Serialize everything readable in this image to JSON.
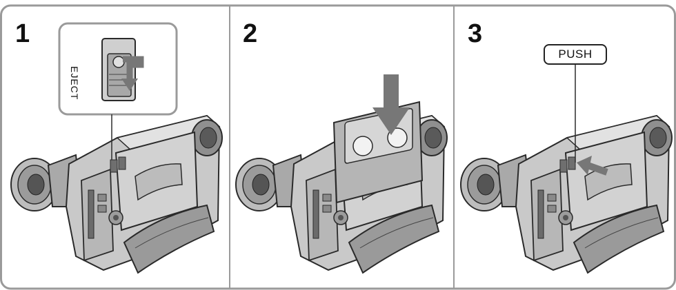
{
  "steps": [
    {
      "number": "1",
      "inset_label": "EJECT"
    },
    {
      "number": "2"
    },
    {
      "number": "3",
      "callout": "PUSH"
    }
  ],
  "colors": {
    "body": "#c9c9c9",
    "body_dark": "#8c8c8c",
    "body_light": "#e6e6e6",
    "outline": "#2a2a2a",
    "strap": "#9a9a9a",
    "cassette": "#b5b5b5",
    "arrow": "#777777"
  }
}
